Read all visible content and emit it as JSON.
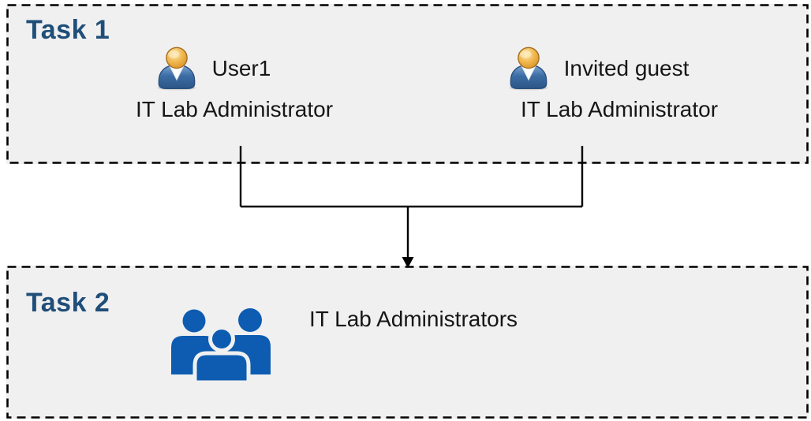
{
  "diagram": {
    "type": "task-flow-diagram",
    "colors": {
      "task_label": "#1F4E79",
      "box_background": "#F0F0F0",
      "box_border": "#000000",
      "connector": "#000000",
      "group_icon_blue": "#0D5CB1",
      "person_head_gold": "#E8A93C",
      "person_body_blue": "#3C6EA5"
    },
    "task1": {
      "label": "Task 1",
      "members": [
        {
          "icon": "person-icon",
          "name": "User1",
          "role": "IT Lab Administrator"
        },
        {
          "icon": "person-icon",
          "name": "Invited guest",
          "role": "IT Lab Administrator"
        }
      ]
    },
    "connector": {
      "meaning": "both Task 1 users merge into Task 2 group",
      "style": "two vertical drops joined by horizontal bar with downward arrow"
    },
    "task2": {
      "label": "Task 2",
      "group": {
        "icon": "people-group-icon",
        "name": "IT Lab Administrators"
      }
    }
  }
}
